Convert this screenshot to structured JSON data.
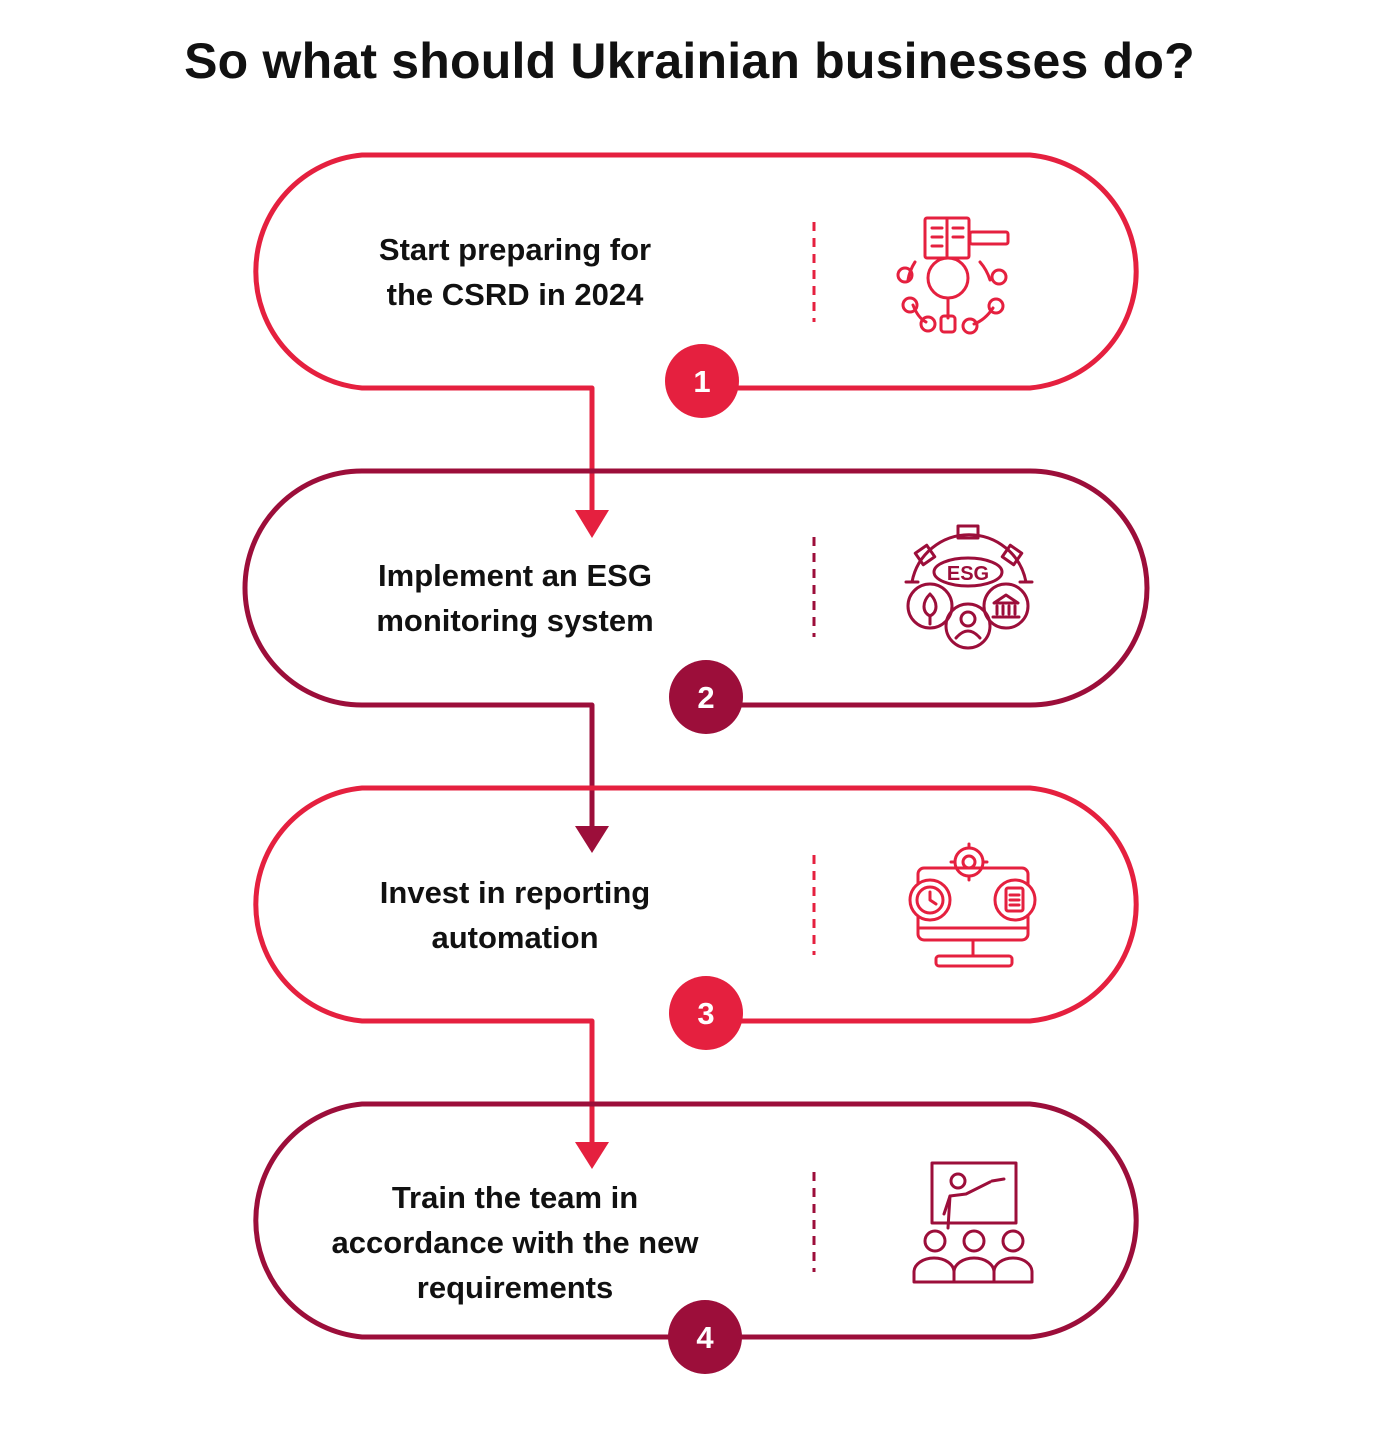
{
  "title": "So what should Ukrainian businesses do?",
  "colors": {
    "red": "#e5203f",
    "dark_red": "#9c0e3a",
    "text": "#111111",
    "background": "#ffffff"
  },
  "steps": [
    {
      "number": "1",
      "text": "Start preparing for\nthe CSRD in 2024",
      "color": "red",
      "icon": "research-network-icon"
    },
    {
      "number": "2",
      "text": "Implement an ESG\nmonitoring system",
      "color": "dark_red",
      "icon": "esg-gear-icon",
      "icon_label": "ESG"
    },
    {
      "number": "3",
      "text": "Invest in reporting\nautomation",
      "color": "red",
      "icon": "automation-monitor-icon"
    },
    {
      "number": "4",
      "text": "Train the team in\naccordance with the new\nrequirements",
      "color": "dark_red",
      "icon": "training-presentation-icon"
    }
  ]
}
